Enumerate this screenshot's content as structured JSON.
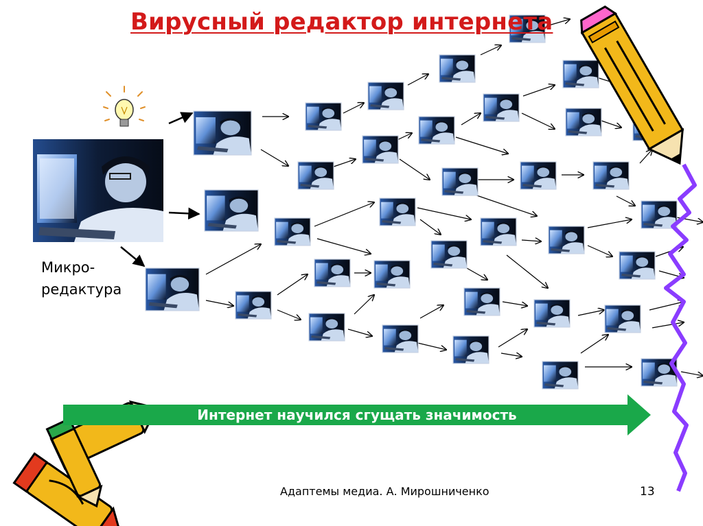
{
  "slide": {
    "title": "Вирусный редактор интернета",
    "micro_label_line1": "Микро-",
    "micro_label_line2": "редактура",
    "arrow_text": "Интернет научился сгущать значимость",
    "footer": "Адаптемы медиа. А. Мирошниченко",
    "page_number": "13"
  },
  "colors": {
    "title": "#d31a1a",
    "green_arrow": "#1aa84a",
    "lightning": "#8a3cff",
    "pencil_body": "#f2b81a",
    "pencil_tip": "#e23a1e"
  },
  "icons": [
    "lightbulb-icon",
    "pencil-icon",
    "crossed-pencils-icon",
    "lightning-line-icon"
  ]
}
